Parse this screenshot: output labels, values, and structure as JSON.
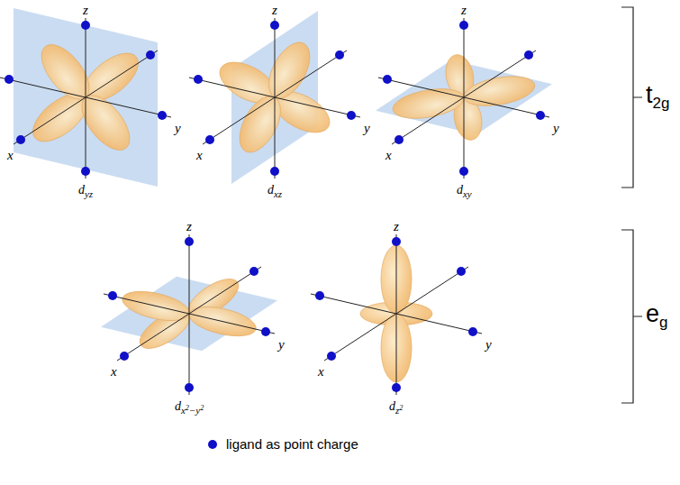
{
  "diagram": {
    "labels": [
      "z",
      "x",
      "y",
      "dyz",
      "z",
      "x",
      "y",
      "dxz",
      "z",
      "x",
      "y",
      "dxy",
      "z",
      "x",
      "y",
      "dx2−y2",
      "z",
      "x",
      "y",
      "dz2",
      "t2g",
      "eg"
    ],
    "legend": [
      {
        "text": "ligand as point charge",
        "color": "#1010c8"
      }
    ]
  }
}
